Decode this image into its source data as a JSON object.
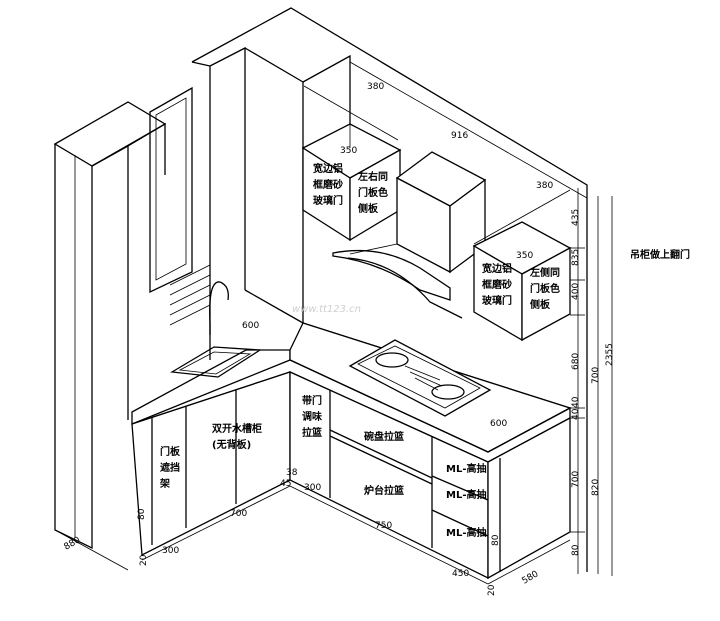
{
  "labels": {
    "wall_cabinet_left": [
      "宽边铝",
      "框磨砂",
      "玻璃门"
    ],
    "wall_cabinet_left_side": [
      "左右同",
      "门板色",
      "侧板"
    ],
    "wall_cabinet_right": [
      "宽边铝",
      "框磨砂",
      "玻璃门"
    ],
    "wall_cabinet_right_side": [
      "左侧同",
      "门板色",
      "侧板"
    ],
    "wall_cabinet_note": "吊柜做上翻门",
    "door_panel_closing": [
      "门板",
      "遮挡",
      "架"
    ],
    "sink_cabinet": [
      "双开水槽柜",
      "(无背板)"
    ],
    "seasoning_pullout": [
      "带门",
      "调味",
      "拉篮"
    ],
    "dish_pullout": "碗盘拉篮",
    "stove_pullout": "炉台拉篮",
    "drawers": [
      "ML-高抽",
      "ML-高抽",
      "ML-高抽"
    ]
  },
  "dimensions": {
    "top_width": "916",
    "wall_cab_w1": "380",
    "wall_cab_w2": "380",
    "wall_cab_depth_left": "350",
    "wall_cab_depth_right": "350",
    "sink_depth": "600",
    "counter_depth_right": "600",
    "v1": "435",
    "v2": "835",
    "v3": "400",
    "v4": "680",
    "v5": "700",
    "v6": "40",
    "v7": "40",
    "v8": "700",
    "v9": "820",
    "total_height": "2355",
    "plinth": "80",
    "bottom_left_depth": "880",
    "bottom_20a": "20",
    "bottom_300a": "300",
    "bottom_700": "700",
    "corner_45": "45",
    "corner_38": "38",
    "bottom_300b": "300",
    "bottom_750": "750",
    "bottom_450": "450",
    "bottom_20b": "20",
    "bottom_580": "580",
    "right_plinth": "80",
    "left_plinth": "80"
  },
  "watermark": "www.tt123.cn"
}
